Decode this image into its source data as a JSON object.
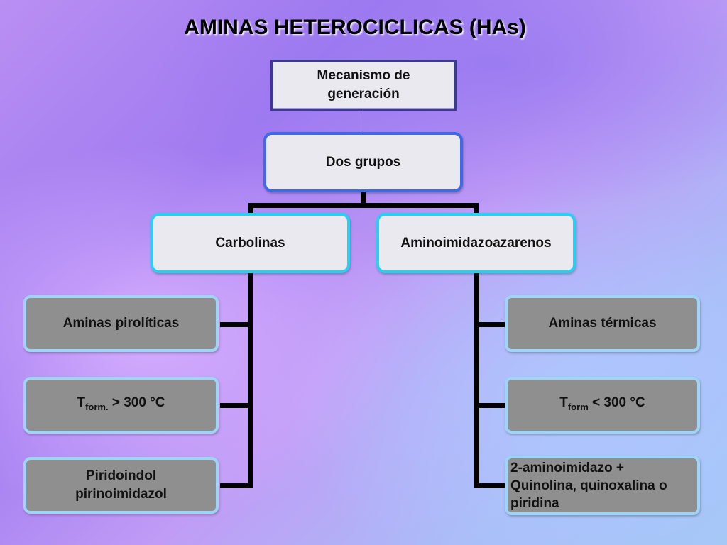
{
  "title": "AMINAS HETEROCICLICAS (HAs)",
  "root": {
    "line1": "Mecanismo de",
    "line2": "generación"
  },
  "level1": {
    "label": "Dos grupos"
  },
  "level2": {
    "left": "Carbolinas",
    "right": "Aminoimidazoazarenos"
  },
  "left_items": {
    "item1": "Aminas pirolíticas",
    "item2": {
      "main": "T",
      "sub": "form.",
      "rest": " > 300 °C"
    },
    "item3": {
      "line1": "Piridoindol",
      "line2": "pirinoimidazol"
    }
  },
  "right_items": {
    "item1": "Aminas térmicas",
    "item2": {
      "main": "T",
      "sub": "form",
      "rest": " < 300 °C"
    },
    "item3": {
      "line1": "2-aminoimidazo +",
      "line2": "Quinolina, quinoxalina o",
      "line3": "piridina"
    }
  },
  "colors": {
    "root_border": "#3b3b8e",
    "level1_border": "#3f6ae3",
    "level2_border": "#27d0f2",
    "leaf_fill": "#8f8f8f",
    "leaf_border": "#9ed4f6",
    "connector": "#000000"
  }
}
